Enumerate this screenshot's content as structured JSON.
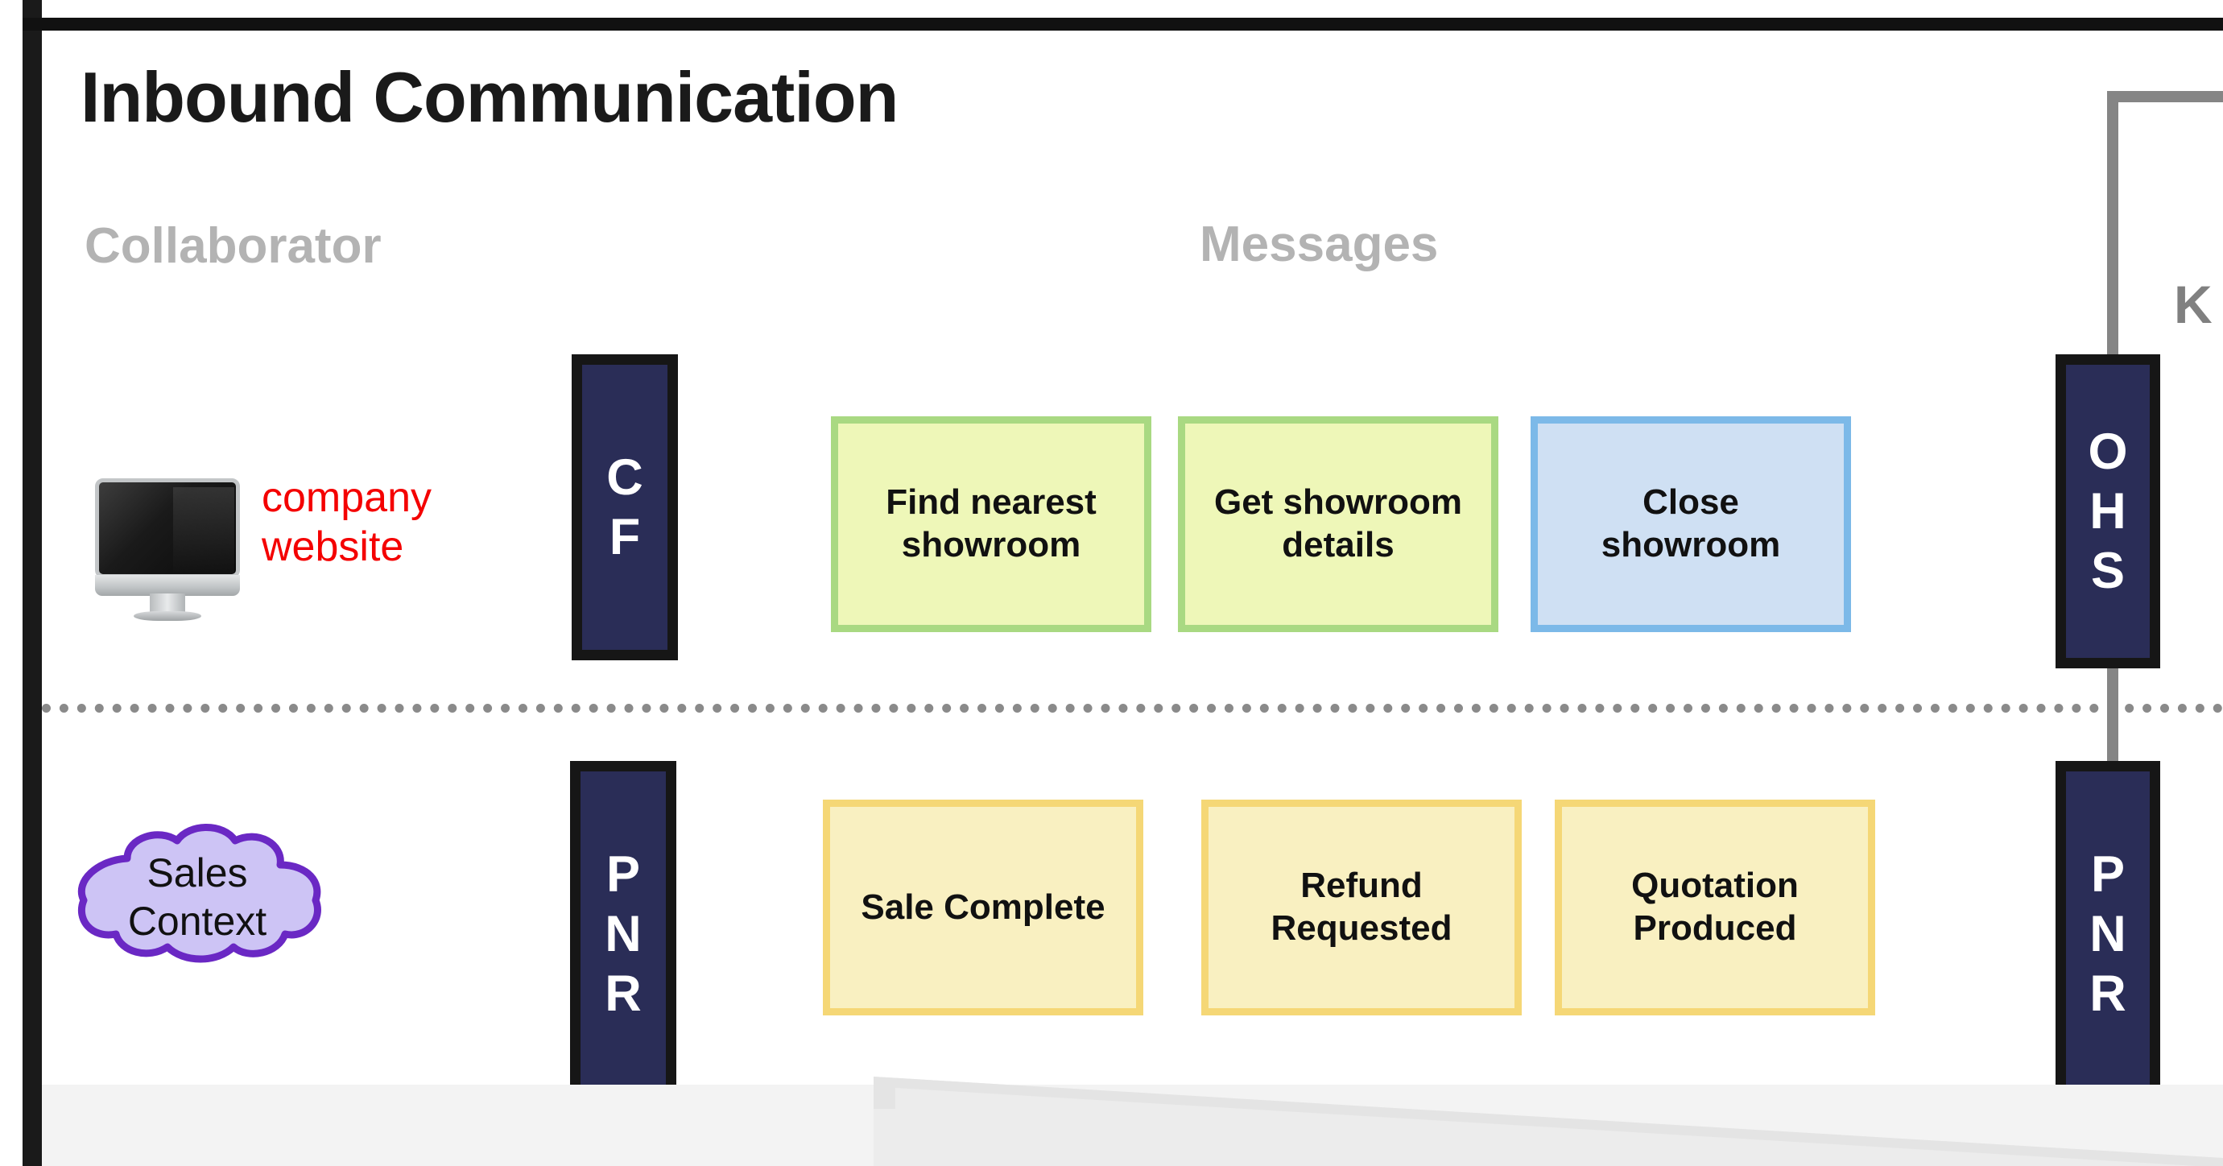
{
  "page": {
    "title": "Inbound Communication"
  },
  "columns": {
    "collaborator": "Collaborator",
    "messages": "Messages"
  },
  "lanes": [
    {
      "id": "website-lane",
      "collaborator": {
        "icon": "monitor-icon",
        "label_line1": "company",
        "label_line2": "website",
        "label_color": "#f40000"
      },
      "left_badge": {
        "letters": [
          "C",
          "F"
        ],
        "text": "CF"
      },
      "right_badge": {
        "letters": [
          "O",
          "H",
          "S"
        ],
        "text": "OHS"
      },
      "messages": [
        {
          "label": "Find nearest showroom",
          "style": "green"
        },
        {
          "label": "Get showroom details",
          "style": "green"
        },
        {
          "label": "Close showroom",
          "style": "blue"
        }
      ]
    },
    {
      "id": "sales-lane",
      "collaborator": {
        "icon": "cloud-icon",
        "label_line1": "Sales",
        "label_line2": "Context",
        "label_color": "#111111"
      },
      "left_badge": {
        "letters": [
          "P",
          "N",
          "R"
        ],
        "text": "PNR"
      },
      "right_badge": {
        "letters": [
          "P",
          "N",
          "R"
        ],
        "text": "PNR"
      },
      "messages": [
        {
          "label": "Sale Complete",
          "style": "yellow"
        },
        {
          "label": "Refund Requested",
          "style": "yellow"
        },
        {
          "label": "Quotation Produced",
          "style": "yellow"
        }
      ]
    }
  ],
  "right_edge": {
    "connector_label": "K"
  },
  "colors": {
    "navy_badge": "#2a2d57",
    "badge_border": "#161616",
    "green_fill": "#eef7b8",
    "green_border": "#a9d982",
    "blue_fill": "#cfe0f3",
    "blue_border": "#7cb9e8",
    "yellow_fill": "#f9f0c1",
    "yellow_border": "#f5d776",
    "cloud_fill": "#cdc4f5",
    "cloud_border": "#6a28c4",
    "header_gray": "#b3b3b3",
    "connector_gray": "#858585",
    "website_red": "#f40000"
  }
}
